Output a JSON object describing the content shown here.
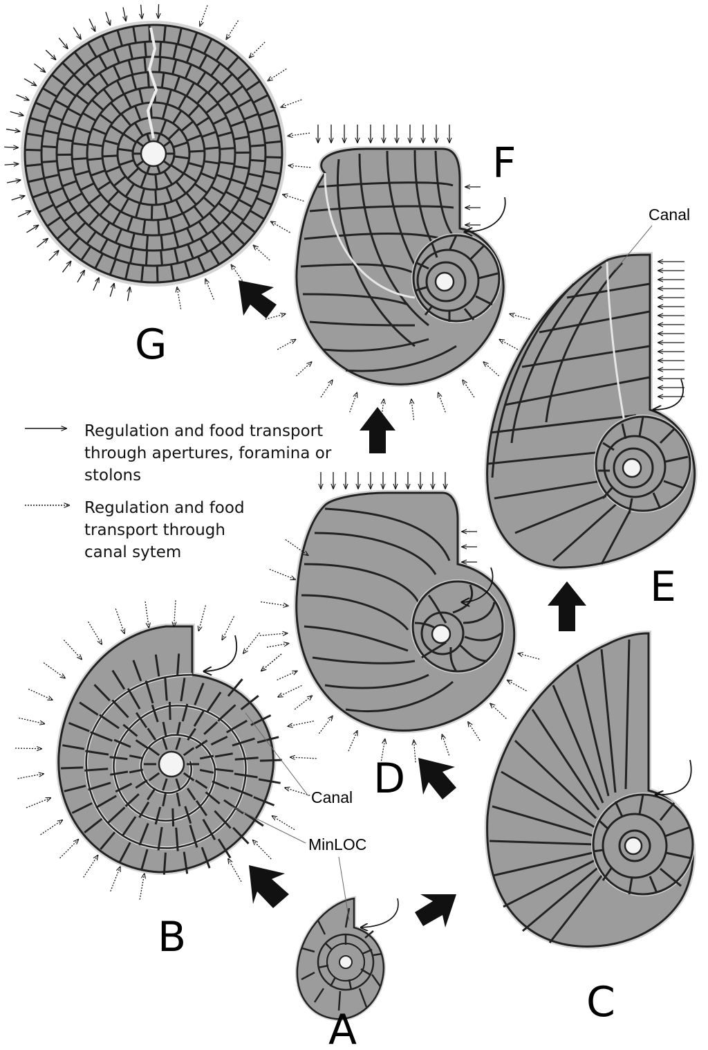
{
  "letters": {
    "a": "A",
    "b": "B",
    "c": "C",
    "d": "D",
    "e": "E",
    "f": "F",
    "g": "G"
  },
  "annotations": {
    "canal_top": "Canal",
    "canal_bottom": "Canal",
    "minloc": "MinLOC"
  },
  "legend": {
    "solid_line1": "Regulation and food transport",
    "solid_line2": "through apertures, foramina or",
    "solid_line3": "stolons",
    "dotted_line1": "Regulation and food",
    "dotted_line2": "transport through",
    "dotted_line3": "canal sytem"
  },
  "colors": {
    "shell_fill": "#9c9c9c",
    "outline": "#222222",
    "canal": "#e6e6e6",
    "halo": "#d4d4d4"
  }
}
